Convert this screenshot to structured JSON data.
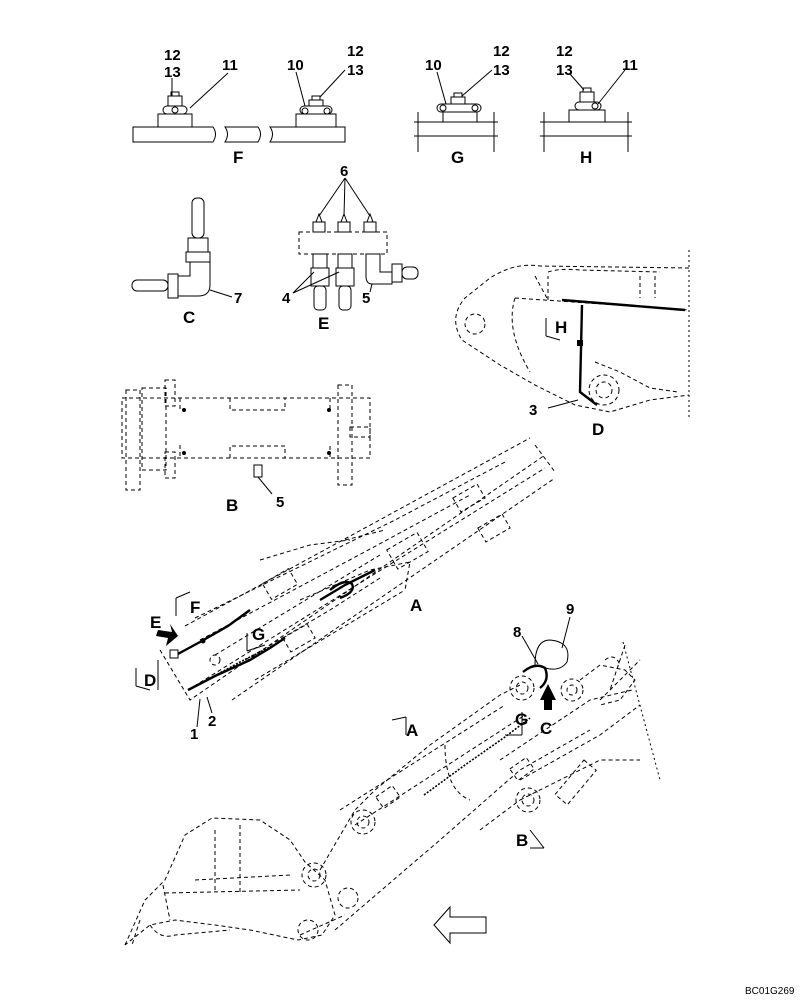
{
  "views": {
    "F": "F",
    "G": "G",
    "H": "H",
    "C": "C",
    "E": "E",
    "D": "D",
    "B": "B",
    "A": "A"
  },
  "callouts": {
    "n1": "1",
    "n2": "2",
    "n3": "3",
    "n4": "4",
    "n5a": "5",
    "n5b": "5",
    "n6": "6",
    "n7": "7",
    "n8": "8",
    "n9": "9",
    "n10a": "10",
    "n10b": "10",
    "n11a": "11",
    "n11b": "11",
    "n12a": "12",
    "n12b": "12",
    "n12c": "12",
    "n12d": "12",
    "n13a": "13",
    "n13b": "13",
    "n13c": "13",
    "n13d": "13"
  },
  "view_markers": {
    "F": "F",
    "G": "G",
    "E": "E",
    "D": "D",
    "H": "H",
    "A": "A",
    "G2": "G",
    "C": "C",
    "B": "B"
  },
  "drawing_code": "BC01G269"
}
